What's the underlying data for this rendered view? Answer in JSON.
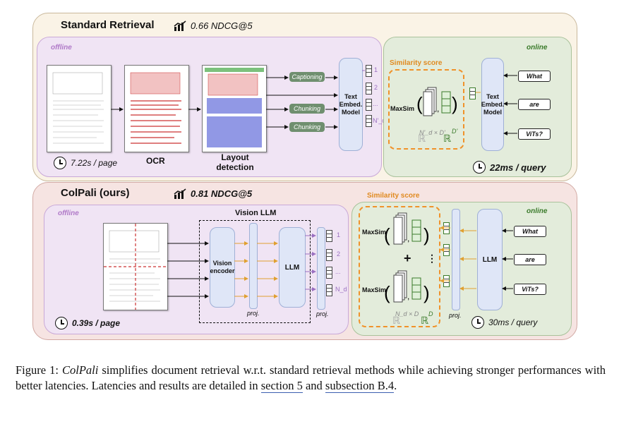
{
  "standard": {
    "title": "Standard Retrieval",
    "metric": "0.66 NDCG@5",
    "offline_tag": "offline",
    "online_tag": "online",
    "steps": [
      "OCR",
      "Layout detection"
    ],
    "pills": [
      "Captioning",
      "Chunking",
      "Chunking"
    ],
    "embed_model": "Text Embed. Model",
    "similarity": "Similarity score",
    "maxsim": "MaxSim",
    "dims_docs": "N'_d × D'",
    "dims_q": "D'",
    "offline_latency": "7.22s / page",
    "online_latency": "22ms / query",
    "vec_labels": [
      "1",
      "2",
      "...",
      "N'_d"
    ]
  },
  "colpali": {
    "title": "ColPali (ours)",
    "metric": "0.81 NDCG@5",
    "offline_tag": "offline",
    "online_tag": "online",
    "vision_llm": "Vision LLM",
    "vision_encoder": "Vision encoder",
    "llm": "LLM",
    "proj": "proj.",
    "similarity": "Similarity score",
    "maxsim": "MaxSim",
    "plus": "+",
    "dots": "⋮",
    "dims_docs": "N_d × D",
    "dims_q": "D",
    "offline_latency": "0.39s / page",
    "online_latency": "30ms / query",
    "vec_labels": [
      "1",
      "2",
      "...",
      "N_d"
    ]
  },
  "queries": [
    "What",
    "are",
    "ViTs?"
  ],
  "caption": {
    "lead": "Figure 1: ",
    "name": "ColPali",
    "text1": " simplifies document retrieval w.r.t. standard retrieval methods while achieving stronger performances with better latencies. Latencies and results are detailed in ",
    "ref1": "section 5",
    "text2": " and ",
    "ref2": "subsection B.4",
    "end": "."
  },
  "colors": {
    "top_outer": "#faf3e6",
    "bottom_outer": "#f6e4e2",
    "offline": "#f0e4f4",
    "online": "#e3ecdb",
    "dashed_orange": "#f0922a",
    "arrow_orange": "#e0a030",
    "arrow_purple": "#9a6fc0"
  }
}
